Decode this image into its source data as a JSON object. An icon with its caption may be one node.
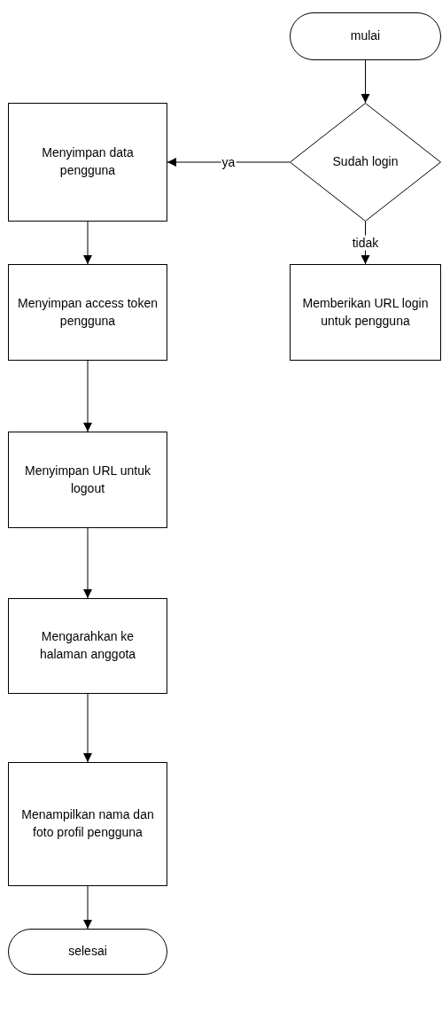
{
  "diagram": {
    "nodes": [
      {
        "text": [
          "mulai"
        ]
      },
      {
        "text": [
          "Sudah login"
        ]
      },
      {
        "text": [
          "Menyimpan data pengguna"
        ]
      },
      {
        "text": [
          "Memberikan URL login untuk pengguna"
        ]
      },
      {
        "text": [
          "Menyimpan access token pengguna"
        ]
      },
      {
        "text": [
          "Menyimpan URL untuk logout"
        ]
      },
      {
        "text": [
          "Mengarahkan ke halaman anggota"
        ]
      },
      {
        "text": [
          "Menampilkan nama dan foto profil pengguna"
        ]
      },
      {
        "text": [
          "selesai"
        ]
      }
    ],
    "edges": [
      {
        "from": 0,
        "to": 1,
        "arrow": "to"
      },
      {
        "from": 1,
        "to": 2,
        "arrow": "to",
        "label": "ya"
      },
      {
        "from": 1,
        "to": 3,
        "arrow": "to",
        "label": "tidak"
      },
      {
        "from": 2,
        "to": 4,
        "arrow": "to"
      },
      {
        "from": 4,
        "to": 5,
        "arrow": "to"
      },
      {
        "from": 5,
        "to": 6,
        "arrow": "to"
      },
      {
        "from": 6,
        "to": 7,
        "arrow": "to"
      },
      {
        "from": 7,
        "to": 8,
        "arrow": "to"
      }
    ]
  }
}
